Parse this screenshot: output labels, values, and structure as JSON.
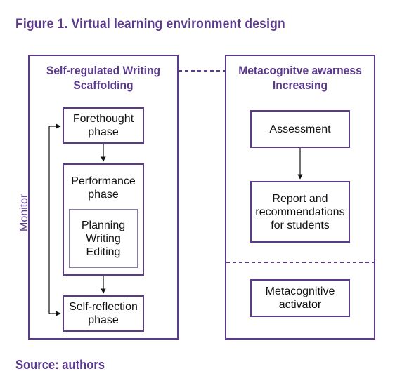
{
  "title": "Figure 1. Virtual learning environment design",
  "source": "Source: authors",
  "left_panel": {
    "title_line1": "Self-regulated Writing",
    "title_line2": "Scaffolding",
    "monitor_label": "Monitor",
    "forethought": [
      "Forethought",
      "phase"
    ],
    "performance": [
      "Performance",
      "phase"
    ],
    "performance_steps": [
      "Planning",
      "Writing",
      "Editing"
    ],
    "self_reflection": [
      "Self-reflection",
      "phase"
    ]
  },
  "right_panel": {
    "title_line1": "Metacognitve awarness",
    "title_line2": "Increasing",
    "assessment": "Assessment",
    "report": [
      "Report and",
      "recommendations",
      "for students"
    ],
    "activator": [
      "Metacognitive",
      "activator"
    ]
  },
  "colors": {
    "accent": "#5b3a8c",
    "text": "#111111"
  }
}
